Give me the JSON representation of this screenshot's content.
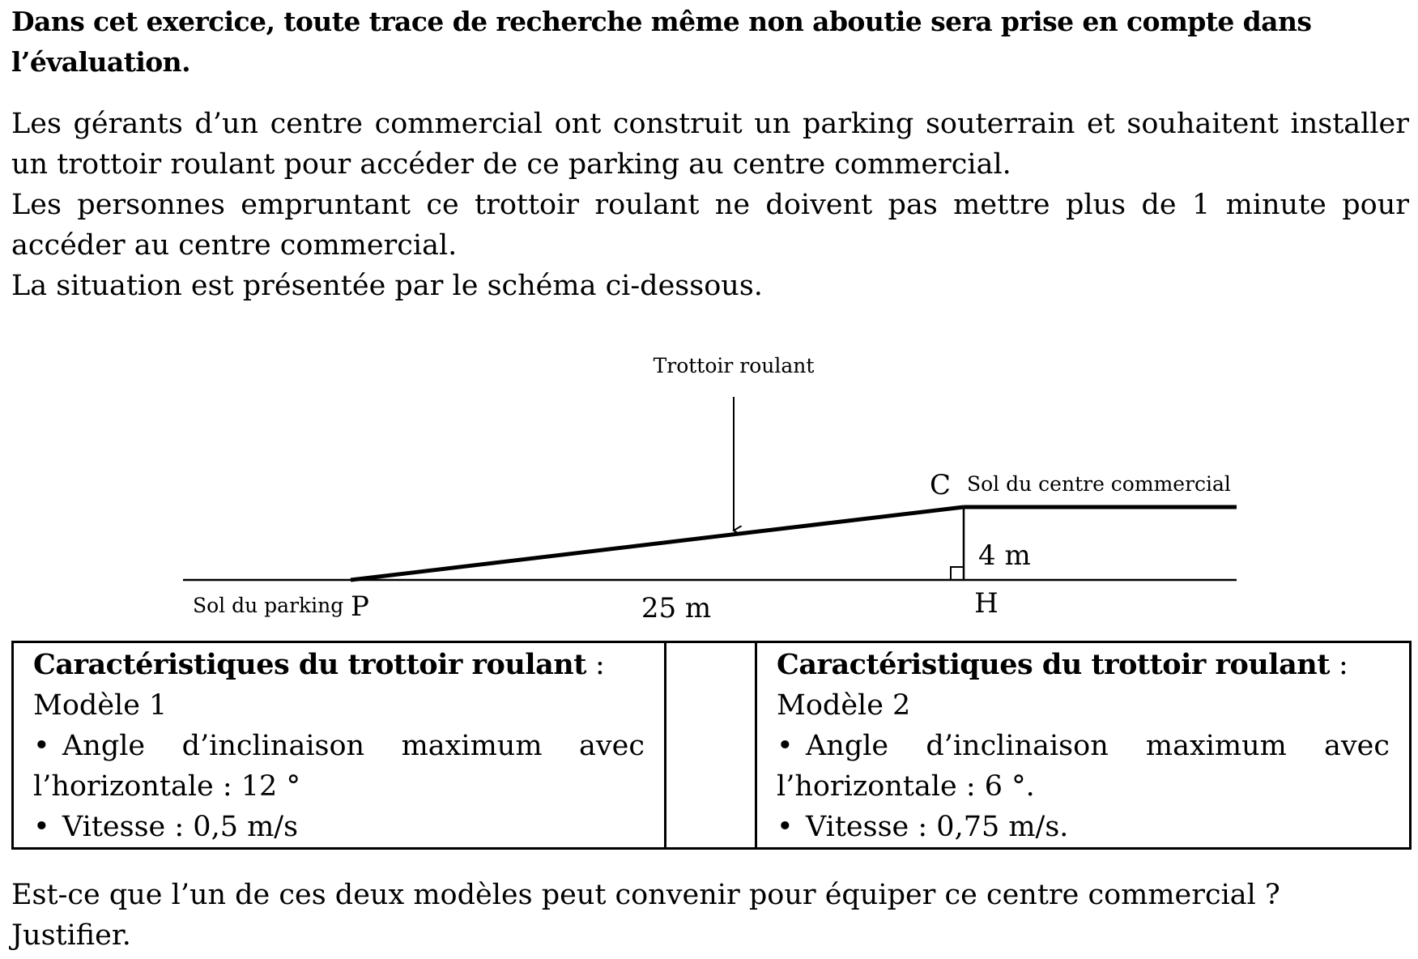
{
  "intro": "Dans cet exercice, toute trace de recherche même non aboutie sera prise en compte dans l’évaluation.",
  "paragraphs": [
    "Les gérants d’un centre commercial ont construit un parking souterrain et souhaitent installer un trottoir roulant pour accéder de ce parking au centre commercial.",
    "Les personnes empruntant ce trottoir roulant ne doivent pas mettre plus de 1 minute pour accéder au centre commercial.",
    "La situation est présentée par le schéma ci-dessous."
  ],
  "figure": {
    "arrow_label": "Trottoir roulant",
    "point_c": "C",
    "point_p": "P",
    "point_h": "H",
    "label_top_ground": "Sol du centre commercial",
    "label_bottom_ground": "Sol du parking",
    "height_label": "4 m",
    "base_label": "25 m"
  },
  "models": [
    {
      "title": "Caractéristiques du trottoir roulant",
      "title_suffix": " :",
      "name": "Modèle 1",
      "bullet": "•",
      "angle_text": "Angle d’inclinaison maximum avec l’horizontale : 12 °",
      "speed_text": "Vitesse : 0,5 m/s"
    },
    {
      "title": "Caractéristiques du trottoir roulant",
      "title_suffix": " :",
      "name": "Modèle 2",
      "bullet": "•",
      "angle_text": "Angle d’inclinaison maximum avec l’horizontale : 6 °.",
      "speed_text": "Vitesse : 0,75 m/s."
    }
  ],
  "question": "Est-ce que l’un de ces deux modèles peut convenir pour équiper ce centre commercial ?",
  "instruction": "Justifier."
}
